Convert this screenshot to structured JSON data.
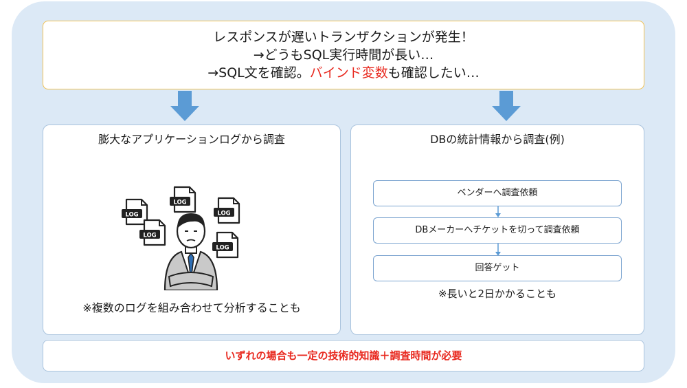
{
  "header": {
    "line1": "レスポンスが遅いトランザクションが発生！",
    "line2": "→どうもSQL実行時間が長い…",
    "line3_prefix": "→SQL文を確認。",
    "line3_highlight": "バインド変数",
    "line3_suffix": "も確認したい…"
  },
  "left_panel": {
    "title": "膨大なアプリケーションログから調査",
    "log_label": "LOG",
    "note": "※複数のログを組み合わせて分析することも"
  },
  "right_panel": {
    "title": "DBの統計情報から調査(例)",
    "steps": [
      {
        "label": "ベンダーへ調査依頼"
      },
      {
        "label": "DBメーカーへチケットを切って調査依頼"
      },
      {
        "label": "回答ゲット"
      }
    ],
    "note": "※長いと2日かかることも"
  },
  "footer": {
    "conclusion": "いずれの場合も一定の技術的知識＋調査時間が必要"
  },
  "colors": {
    "background": "#dce9f6",
    "accent_red": "#e8281e",
    "top_border": "#f2c14e",
    "arrow": "#5b9bd5"
  }
}
